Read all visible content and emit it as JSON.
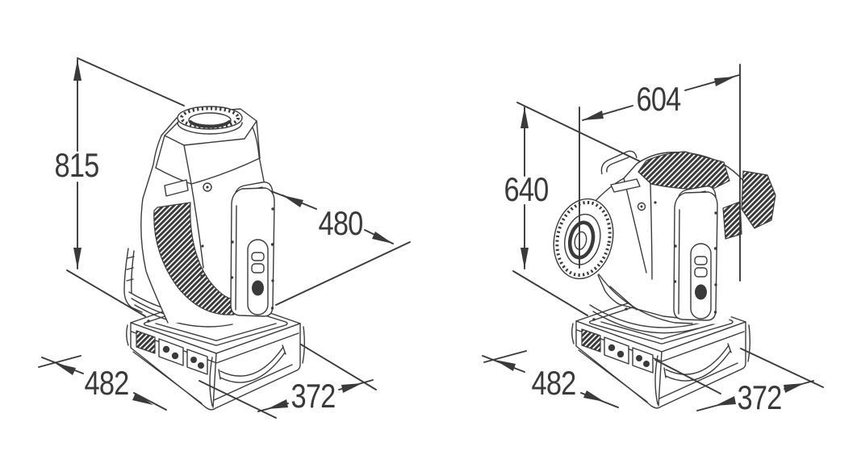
{
  "drawing": {
    "background": "#ffffff",
    "ink": "#3a3a3a",
    "left_view": {
      "height": "815",
      "head_depth": "480",
      "base_width": "482",
      "base_depth": "372"
    },
    "right_view": {
      "width": "604",
      "height": "640",
      "base_width": "482",
      "base_depth": "372"
    }
  }
}
